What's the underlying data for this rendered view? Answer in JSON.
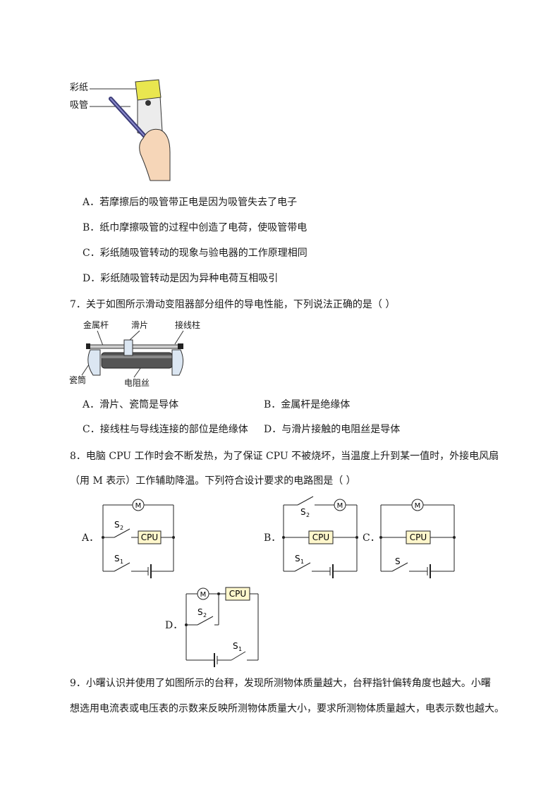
{
  "fig6": {
    "label_paper": "彩纸",
    "label_straw": "吸管"
  },
  "q6_options": {
    "A": "A．若摩擦后的吸管带正电是因为吸管失去了电子",
    "B": "B．纸巾摩擦吸管的过程中创造了电荷，使吸管带电",
    "C": "C．彩纸随吸管转动的现象与验电器的工作原理相同",
    "D": "D．彩纸随吸管转动是因为异种电荷互相吸引"
  },
  "q7": {
    "stem": "7．关于如图所示滑动变阻器部分组件的导电性能，下列说法正确的是（   ）",
    "fig_labels": {
      "rod": "金属杆",
      "slider": "滑片",
      "terminal": "接线柱",
      "tube": "瓷筒",
      "wire": "电阻丝"
    },
    "A": "A．滑片、瓷筒是导体",
    "B": "B．金属杆是绝缘体",
    "C": "C．接线柱与导线连接的部位是绝缘体",
    "D": "D．与滑片接触的电阻丝是导体"
  },
  "q8": {
    "stem_line1": "8．电脑 CPU 工作时会不断发热，为了保证 CPU 不被烧坏，当温度上升到某一值时，外接电风扇",
    "stem_line2": "（用 M 表示）工作辅助降温。下列符合设计要求的电路图是（      ）",
    "label_A": "A．",
    "label_B": "B．",
    "label_C": "C．",
    "label_D": "D．",
    "motor": "M",
    "cpu": "CPU",
    "s_main": "S",
    "sub1": "1",
    "sub2": "2"
  },
  "q9": {
    "line1": "9．小曙认识并使用了如图所示的台秤，发现所测物体质量越大，台秤指针偏转角度也越大。小曙",
    "line2": "想选用电流表或电压表的示数来反映所测物体质量大小，要求所测物体质量越大，电表示数也越大。"
  }
}
